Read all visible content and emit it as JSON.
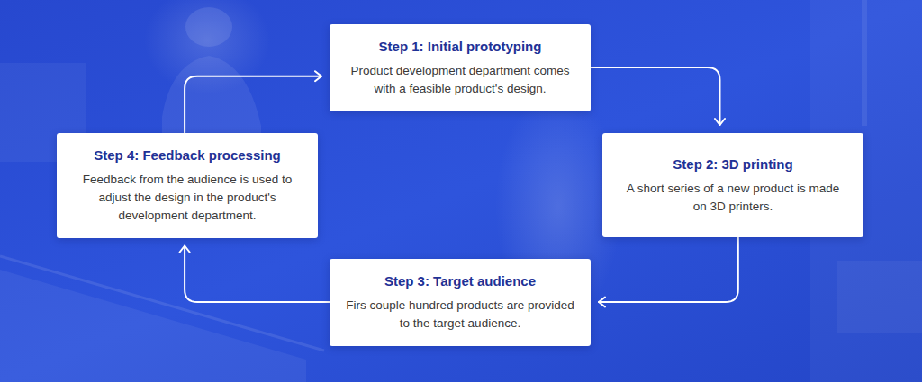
{
  "diagram": {
    "nodes": [
      {
        "text": [
          "Step 1: Initial prototyping",
          "Product development department comes with a feasible product's design."
        ]
      },
      {
        "text": [
          "Step 2: 3D printing",
          "A short series of a new product is made on 3D printers."
        ]
      },
      {
        "text": [
          "Step 3: Target audience",
          "Firs couple hundred products are provided to the target audience."
        ]
      },
      {
        "text": [
          "Step 4: Feedback processing",
          "Feedback from the audience is used to adjust the design in the product's development department."
        ]
      }
    ],
    "edges": [
      {
        "from": 0,
        "to": 1,
        "arrow": "to"
      },
      {
        "from": 1,
        "to": 2,
        "arrow": "to"
      },
      {
        "from": 2,
        "to": 3,
        "arrow": "to"
      },
      {
        "from": 3,
        "to": 0,
        "arrow": "to"
      }
    ]
  }
}
